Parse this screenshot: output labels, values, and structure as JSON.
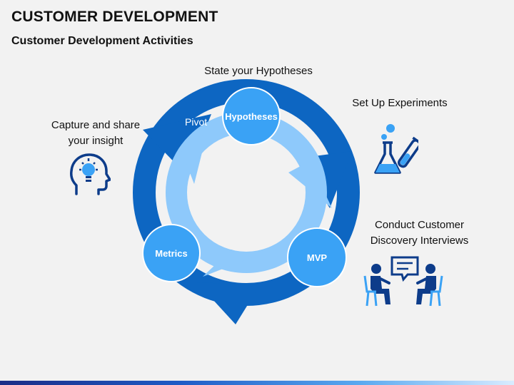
{
  "header": {
    "title": "CUSTOMER DEVELOPMENT",
    "subtitle": "Customer Development Activities"
  },
  "labels": {
    "state": "State your Hypotheses",
    "experiments": "Set Up Experiments",
    "interviews_line1": "Conduct Customer",
    "interviews_line2": "Discovery Interviews",
    "capture_line1": "Capture and share",
    "capture_line2": "your insight"
  },
  "cycle": {
    "nodes": {
      "hypotheses": "Hypotheses",
      "mvp": "MVP",
      "metrics": "Metrics"
    },
    "pivot": "Pivot"
  },
  "colors": {
    "outer_ring": "#0d66c2",
    "inner_ring": "#8ec9fb",
    "node_fill": "#3aa2f5",
    "icon": "#0d3c8a"
  },
  "icons": {
    "capture": "head-lightbulb-icon",
    "experiments": "lab-flask-icon",
    "interviews": "interview-people-icon"
  }
}
